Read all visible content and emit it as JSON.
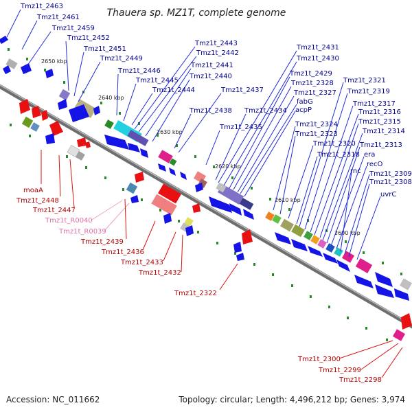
{
  "title": "Thauera sp. MZ1T, complete genome",
  "accession": "Accession: NC_011662",
  "topology": "Topology: circular; Length: 4,496,212 bp; Genes: 3,974",
  "ruler": [
    "2650 kbp",
    "2640 kbp",
    "2630 kbp",
    "2620 kbp",
    "2610 kbp",
    "2600 kbp"
  ],
  "labels_top": [
    "Tmz1t_2463",
    "Tmz1t_2461",
    "Tmz1t_2459",
    "Tmz1t_2452",
    "Tmz1t_2451",
    "Tmz1t_2449",
    "Tmz1t_2446",
    "Tmz1t_2445",
    "Tmz1t_2444",
    "Tmz1t_2443",
    "Tmz1t_2442",
    "Tmz1t_2441",
    "Tmz1t_2440",
    "Tmz1t_2438",
    "Tmz1t_2437",
    "Tmz1t_2435",
    "Tmz1t_2434",
    "Tmz1t_2431",
    "Tmz1t_2430",
    "Tmz1t_2429",
    "Tmz1t_2328",
    "Tmz1t_2327",
    "fabG",
    "acpP",
    "Tmz1t_2324",
    "Tmz1t_2323",
    "Tmz1t_2320",
    "Tmz1t_2318",
    "Tmz1t_2321",
    "Tmz1t_2319",
    "Tmz1t_2317",
    "Tmz1t_2316",
    "Tmz1t_2315",
    "Tmz1t_2314",
    "Tmz1t_2313",
    "era",
    "recO",
    "rnc",
    "Tmz1t_2309",
    "Tmz1t_2308",
    "uvrC"
  ],
  "labels_bottom": [
    "moaA",
    "Tmz1t_2448",
    "Tmz1t_2447",
    "Tmz1t_R0040",
    "Tmz1t_R0039",
    "Tmz1t_2439",
    "Tmz1t_2436",
    "Tmz1t_2433",
    "Tmz1t_2432",
    "Tmz1t_2322",
    "Tmz1t_2300",
    "Tmz1t_2299",
    "Tmz1t_2298"
  ]
}
